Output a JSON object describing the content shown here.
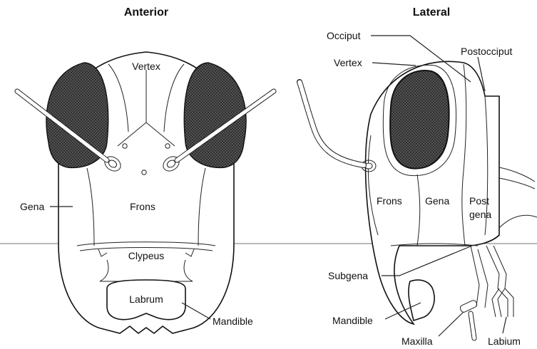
{
  "titles": {
    "anterior": "Anterior",
    "lateral": "Lateral"
  },
  "anterior_labels": {
    "vertex": "Vertex",
    "gena": "Gena",
    "frons": "Frons",
    "clypeus": "Clypeus",
    "labrum": "Labrum",
    "mandible": "Mandible"
  },
  "lateral_labels": {
    "occiput": "Occiput",
    "postocciput": "Postocciput",
    "vertex": "Vertex",
    "frons": "Frons",
    "gena": "Gena",
    "postgena_line1": "Post",
    "postgena_line2": "gena",
    "subgena": "Subgena",
    "mandible": "Mandible",
    "maxilla": "Maxilla",
    "labium": "Labium"
  },
  "colors": {
    "line": "#222222",
    "eye_fill": "#2b2b2b",
    "background": "#ffffff"
  }
}
